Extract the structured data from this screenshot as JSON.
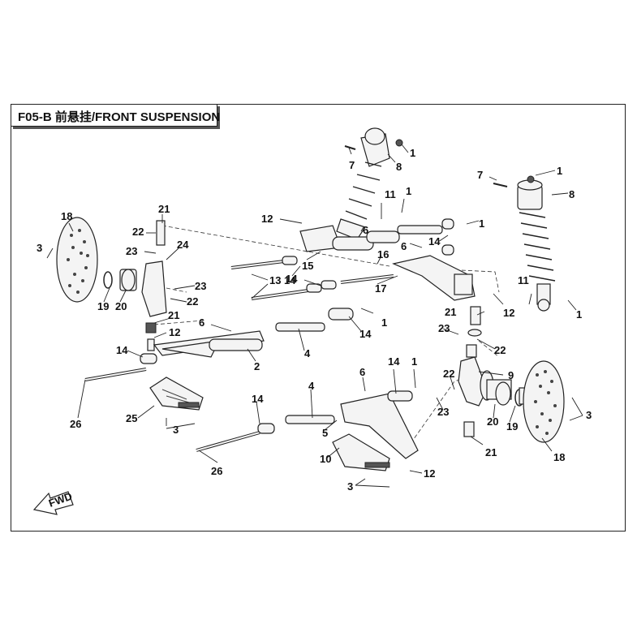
{
  "title": "F05-B 前悬挂/FRONT SUSPENSION",
  "fwd_label": "FWD",
  "callouts": [
    {
      "id": "c1",
      "text": "1"
    },
    {
      "id": "c2",
      "text": "7"
    },
    {
      "id": "c3",
      "text": "8"
    },
    {
      "id": "c4",
      "text": "11"
    },
    {
      "id": "c5",
      "text": "1"
    },
    {
      "id": "c6",
      "text": "7"
    },
    {
      "id": "c7",
      "text": "1"
    },
    {
      "id": "c8",
      "text": "8"
    },
    {
      "id": "c9",
      "text": "12"
    },
    {
      "id": "c10",
      "text": "6"
    },
    {
      "id": "c11",
      "text": "14"
    },
    {
      "id": "c12",
      "text": "1"
    },
    {
      "id": "c13",
      "text": "18"
    },
    {
      "id": "c14",
      "text": "21"
    },
    {
      "id": "c15",
      "text": "22"
    },
    {
      "id": "c16",
      "text": "23"
    },
    {
      "id": "c17",
      "text": "24"
    },
    {
      "id": "c18",
      "text": "3"
    },
    {
      "id": "c19",
      "text": "15"
    },
    {
      "id": "c20",
      "text": "16"
    },
    {
      "id": "c21",
      "text": "6"
    },
    {
      "id": "c22",
      "text": "14"
    },
    {
      "id": "c23",
      "text": "13"
    },
    {
      "id": "c24",
      "text": "14"
    },
    {
      "id": "c25",
      "text": "17"
    },
    {
      "id": "c26",
      "text": "11"
    },
    {
      "id": "c27",
      "text": "1"
    },
    {
      "id": "c28",
      "text": "12"
    },
    {
      "id": "c29",
      "text": "23"
    },
    {
      "id": "c30",
      "text": "22"
    },
    {
      "id": "c31",
      "text": "19"
    },
    {
      "id": "c32",
      "text": "20"
    },
    {
      "id": "c33",
      "text": "21"
    },
    {
      "id": "c34",
      "text": "12"
    },
    {
      "id": "c35",
      "text": "6"
    },
    {
      "id": "c36",
      "text": "14"
    },
    {
      "id": "c37",
      "text": "1"
    },
    {
      "id": "c38",
      "text": "21"
    },
    {
      "id": "c39",
      "text": "23"
    },
    {
      "id": "c40",
      "text": "22"
    },
    {
      "id": "c41",
      "text": "14"
    },
    {
      "id": "c42",
      "text": "2"
    },
    {
      "id": "c43",
      "text": "4"
    },
    {
      "id": "c44",
      "text": "26"
    },
    {
      "id": "c45",
      "text": "25"
    },
    {
      "id": "c46",
      "text": "3"
    },
    {
      "id": "c47",
      "text": "6"
    },
    {
      "id": "c48",
      "text": "14"
    },
    {
      "id": "c49",
      "text": "1"
    },
    {
      "id": "c50",
      "text": "9"
    },
    {
      "id": "c51",
      "text": "22"
    },
    {
      "id": "c52",
      "text": "23"
    },
    {
      "id": "c53",
      "text": "20"
    },
    {
      "id": "c54",
      "text": "19"
    },
    {
      "id": "c55",
      "text": "3"
    },
    {
      "id": "c56",
      "text": "4"
    },
    {
      "id": "c57",
      "text": "14"
    },
    {
      "id": "c58",
      "text": "5"
    },
    {
      "id": "c59",
      "text": "26"
    },
    {
      "id": "c60",
      "text": "10"
    },
    {
      "id": "c61",
      "text": "12"
    },
    {
      "id": "c62",
      "text": "3"
    },
    {
      "id": "c63",
      "text": "21"
    },
    {
      "id": "c64",
      "text": "18"
    }
  ]
}
